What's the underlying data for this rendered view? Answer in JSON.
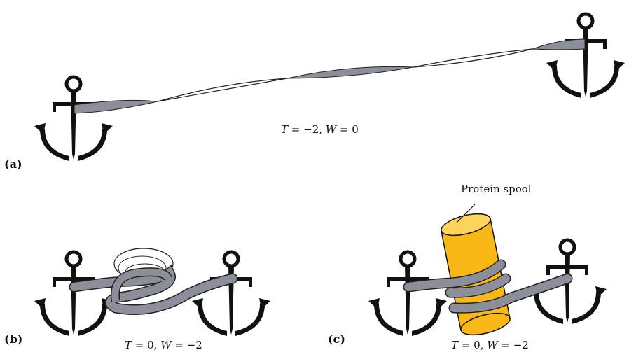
{
  "panels": {
    "a": {
      "label": "(a)",
      "eq_T": "T",
      "eq_mid": " = −2, ",
      "eq_W": "W",
      "eq_tail": " = 0"
    },
    "b": {
      "label": "(b)",
      "eq_T": "T",
      "eq_mid": " = 0, ",
      "eq_W": "W",
      "eq_tail": " = −2"
    },
    "c": {
      "label": "(c)",
      "eq_T": "T",
      "eq_mid": " = 0, ",
      "eq_W": "W",
      "eq_tail": " = −2",
      "callout": "Protein spool"
    }
  },
  "colors": {
    "ribbon": "#8c8f9a",
    "ribbon_edge": "#2a2a2a",
    "spool": "#f9b816",
    "spool_top": "#fcd35c",
    "anchor": "#111111"
  }
}
